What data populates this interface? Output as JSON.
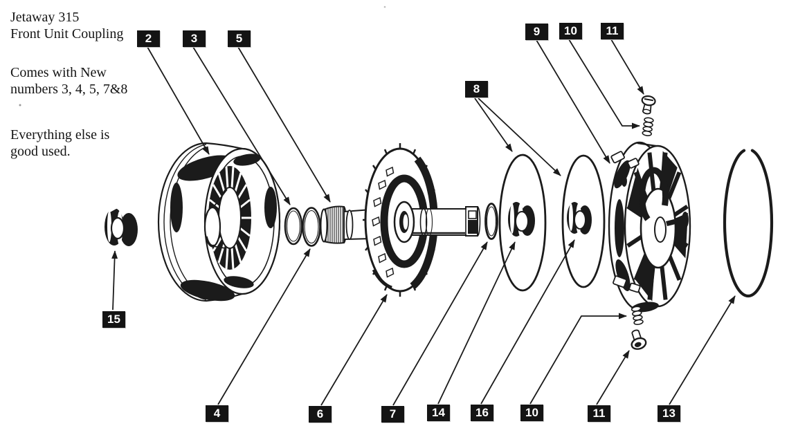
{
  "colors": {
    "background": "#ffffff",
    "ink": "#1b1b1b",
    "callout_bg": "#141414",
    "callout_text": "#ffffff"
  },
  "annotation": {
    "line1": "Jetaway 315",
    "line2": "Front Unit Coupling",
    "line3": "Comes with New",
    "line4": "numbers 3, 4, 5, 7&8",
    "line5": "Everything else is",
    "line6": "good used."
  },
  "callouts": [
    {
      "number": "2"
    },
    {
      "number": "3"
    },
    {
      "number": "5"
    },
    {
      "number": "9"
    },
    {
      "number": "10"
    },
    {
      "number": "11"
    },
    {
      "number": "8"
    },
    {
      "number": "15"
    },
    {
      "number": "4"
    },
    {
      "number": "6"
    },
    {
      "number": "7"
    },
    {
      "number": "14"
    },
    {
      "number": "16"
    },
    {
      "number": "10"
    },
    {
      "number": "11"
    },
    {
      "number": "13"
    }
  ]
}
